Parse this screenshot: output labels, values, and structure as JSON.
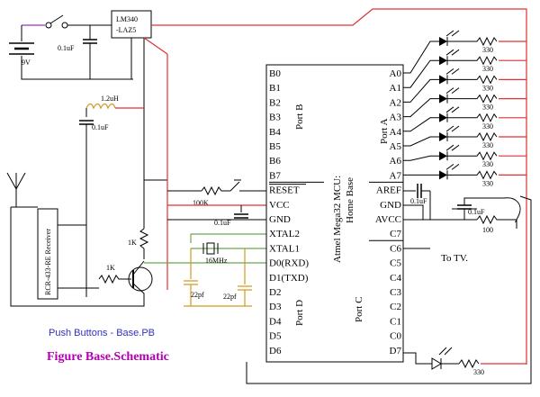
{
  "colors": {
    "wire": "#000000",
    "power": "#e03030",
    "ground": "#9b30c0",
    "crystal": "#6aa84f",
    "cap_wire": "#d09a20",
    "caption_blue": "#3030c0",
    "caption_purple": "#b000b0"
  },
  "labels": {
    "battery": "9V",
    "cap_input": "0.1uF",
    "regulator_line1": "LM340",
    "regulator_line2": "-LAZ5",
    "inductor": "1.2uH",
    "cap_rf": "0.1uF",
    "receiver": "RCR-433-RE Receiver",
    "res_reset": "100K",
    "cap_vcc": "0.1uF",
    "res_1k_vert": "1K",
    "res_1k_base": "1K",
    "crystal": "16MHz",
    "cap_22pf_left": "22pf",
    "cap_22pf_right": "22pf",
    "mcu_name_line1": "Atmel Mega32 MCU:",
    "mcu_name_line2": "Home Base",
    "port_a": "Port A",
    "port_b": "Port B",
    "port_c": "Port C",
    "port_d": "Port D",
    "cap_aref": "0.1uF",
    "cap_avcc": "0.1uF",
    "res_avcc": "100",
    "res_d7": "330",
    "to_tv": "To TV.",
    "caption_small": "Push Buttons - Base.PB",
    "caption_big": "Figure Base.Schematic"
  },
  "pins_left": [
    "B0",
    "B1",
    "B2",
    "B3",
    "B4",
    "B5",
    "B6",
    "B7",
    "RESET",
    "VCC",
    "GND",
    "XTAL2",
    "XTAL1",
    "D0(RXD)",
    "D1(TXD)",
    "D2",
    "D3",
    "D4",
    "D5",
    "D6"
  ],
  "pins_right": [
    "A0",
    "A1",
    "A2",
    "A3",
    "A4",
    "A5",
    "A6",
    "A7",
    "AREF",
    "GND",
    "AVCC",
    "C7",
    "C6",
    "C5",
    "C4",
    "C3",
    "C2",
    "C1",
    "C0",
    "D7"
  ],
  "led_resistor_label": "330",
  "led_count": 8
}
